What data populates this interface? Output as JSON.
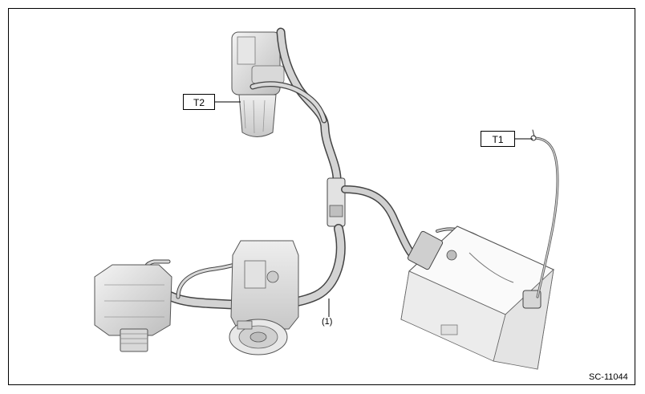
{
  "labels": {
    "t1": "T1",
    "t2": "T2",
    "callout_1": "(1)"
  },
  "figure_id": "SC-11044"
}
